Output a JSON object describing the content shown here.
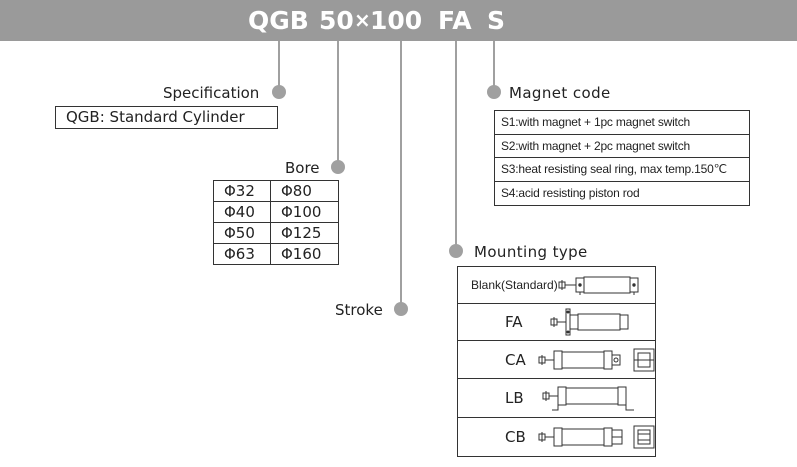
{
  "model_code": {
    "series": "QGB",
    "size": "50",
    "times": "×",
    "stroke": "100",
    "mount": "FA",
    "magnet": "S"
  },
  "specification": {
    "title": "Specification",
    "value": "QGB: Standard Cylinder"
  },
  "bore": {
    "title": "Bore",
    "rows": [
      [
        "Φ32",
        "Φ80"
      ],
      [
        "Φ40",
        "Φ100"
      ],
      [
        "Φ50",
        "Φ125"
      ],
      [
        "Φ63",
        "Φ160"
      ]
    ]
  },
  "stroke": {
    "title": "Stroke"
  },
  "magnet_code": {
    "title": "Magnet code",
    "items": [
      "S1:with magnet + 1pc magnet switch",
      "S2:with magnet + 2pc magnet switch",
      "S3:heat resisting seal ring, max temp.150℃",
      "S4:acid resisting piston rod"
    ]
  },
  "mounting_type": {
    "title": "Mounting type",
    "items": [
      "Blank(Standard)",
      "FA",
      "CA",
      "LB",
      "CB"
    ]
  },
  "colors": {
    "banner": "#9a9a9a",
    "leader": "#a0a0a0",
    "text": "#222222"
  }
}
